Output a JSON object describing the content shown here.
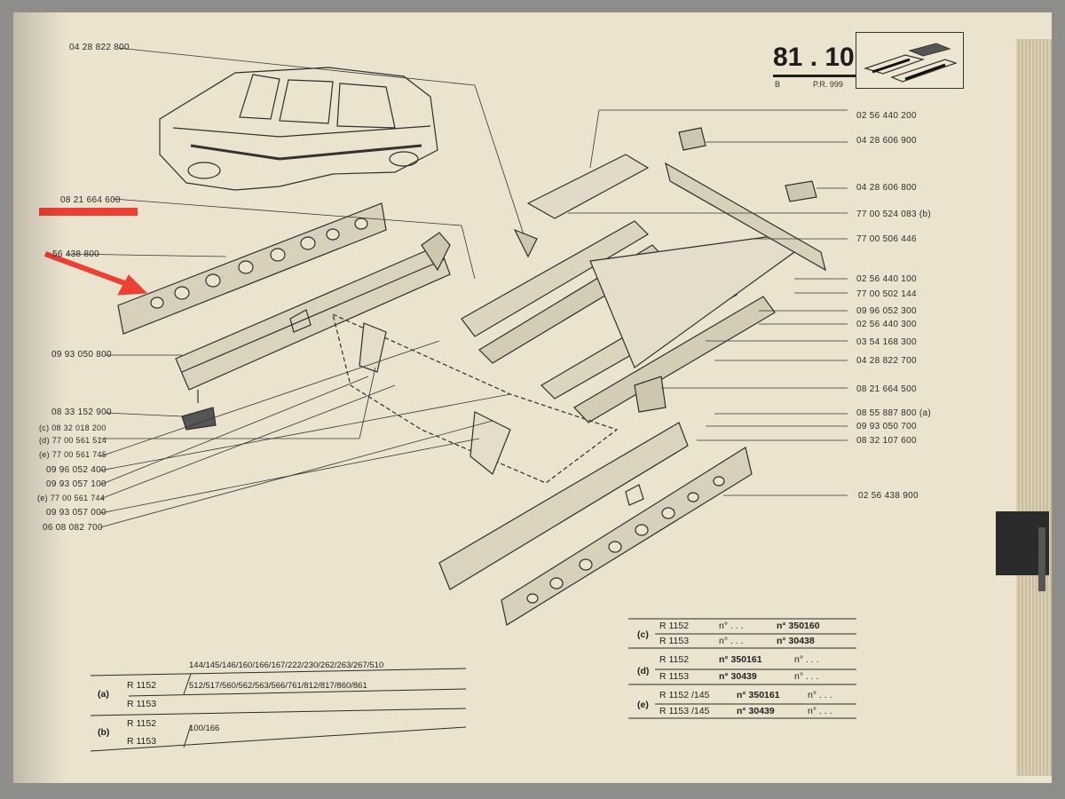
{
  "header": {
    "page_number": "81 . 10",
    "section_letter": "B",
    "pr_code": "P.R. 999"
  },
  "parts": [
    "04 28 822 800",
    "08 21 664 600",
    "56 438 800",
    "09 93 050 800",
    "08 33 152 900",
    "(c) 08 32 018 200",
    "(d) 77 00 561 514",
    "(e) 77 00 561 745",
    "09 96 052 400",
    "09 93 057 100",
    "(e) 77 00 561 744",
    "09 93 057 000",
    "06 08 082 700",
    "02 56 440 200",
    "04 28 606 900",
    "04 28 606 800",
    "77 00 524 083 (b)",
    "77 00 506 446",
    "02 56 440 100",
    "77 00 502 144",
    "09 96 052 300",
    "02 56 440 300",
    "03 54 168 300",
    "04 28 822 700",
    "08 21 664 500",
    "08 55 887 800 (a)",
    "09 93 050 700",
    "08 32 107 600",
    "02 56 438 900"
  ],
  "applicability_table": {
    "rows": [
      {
        "tag": "(c)",
        "model": "R 1152",
        "from": "n° . . .",
        "to": "n° 350160"
      },
      {
        "tag": "",
        "model": "R 1153",
        "from": "n° . . .",
        "to": "n° 30438"
      },
      {
        "tag": "(d)",
        "model": "R 1152",
        "from": "n° 350161",
        "to": "n° . . ."
      },
      {
        "tag": "",
        "model": "R 1153",
        "from": "n° 30439",
        "to": "n° . . ."
      },
      {
        "tag": "(e)",
        "model": "R 1152 /145",
        "from": "n° 350161",
        "to": "n° . . ."
      },
      {
        "tag": "",
        "model": "R 1153 /145",
        "from": "n° 30439",
        "to": "n° . . ."
      }
    ]
  },
  "versions_table": {
    "a": {
      "tag": "(a)",
      "model1": "R 1152",
      "model2": "R 1153",
      "line1": "144/145/146/160/166/167/222/230/262/263/267/510",
      "line2": "512/517/560/562/563/566/761/812/817/860/861"
    },
    "b": {
      "tag": "(b)",
      "model1": "R 1152",
      "model2": "R 1153",
      "line1": "100/166"
    }
  },
  "colors": {
    "paper": "#ece3cf",
    "ink": "#2b2b2b",
    "annotation_red": "#ec4034",
    "background": "#8e8d8a"
  }
}
